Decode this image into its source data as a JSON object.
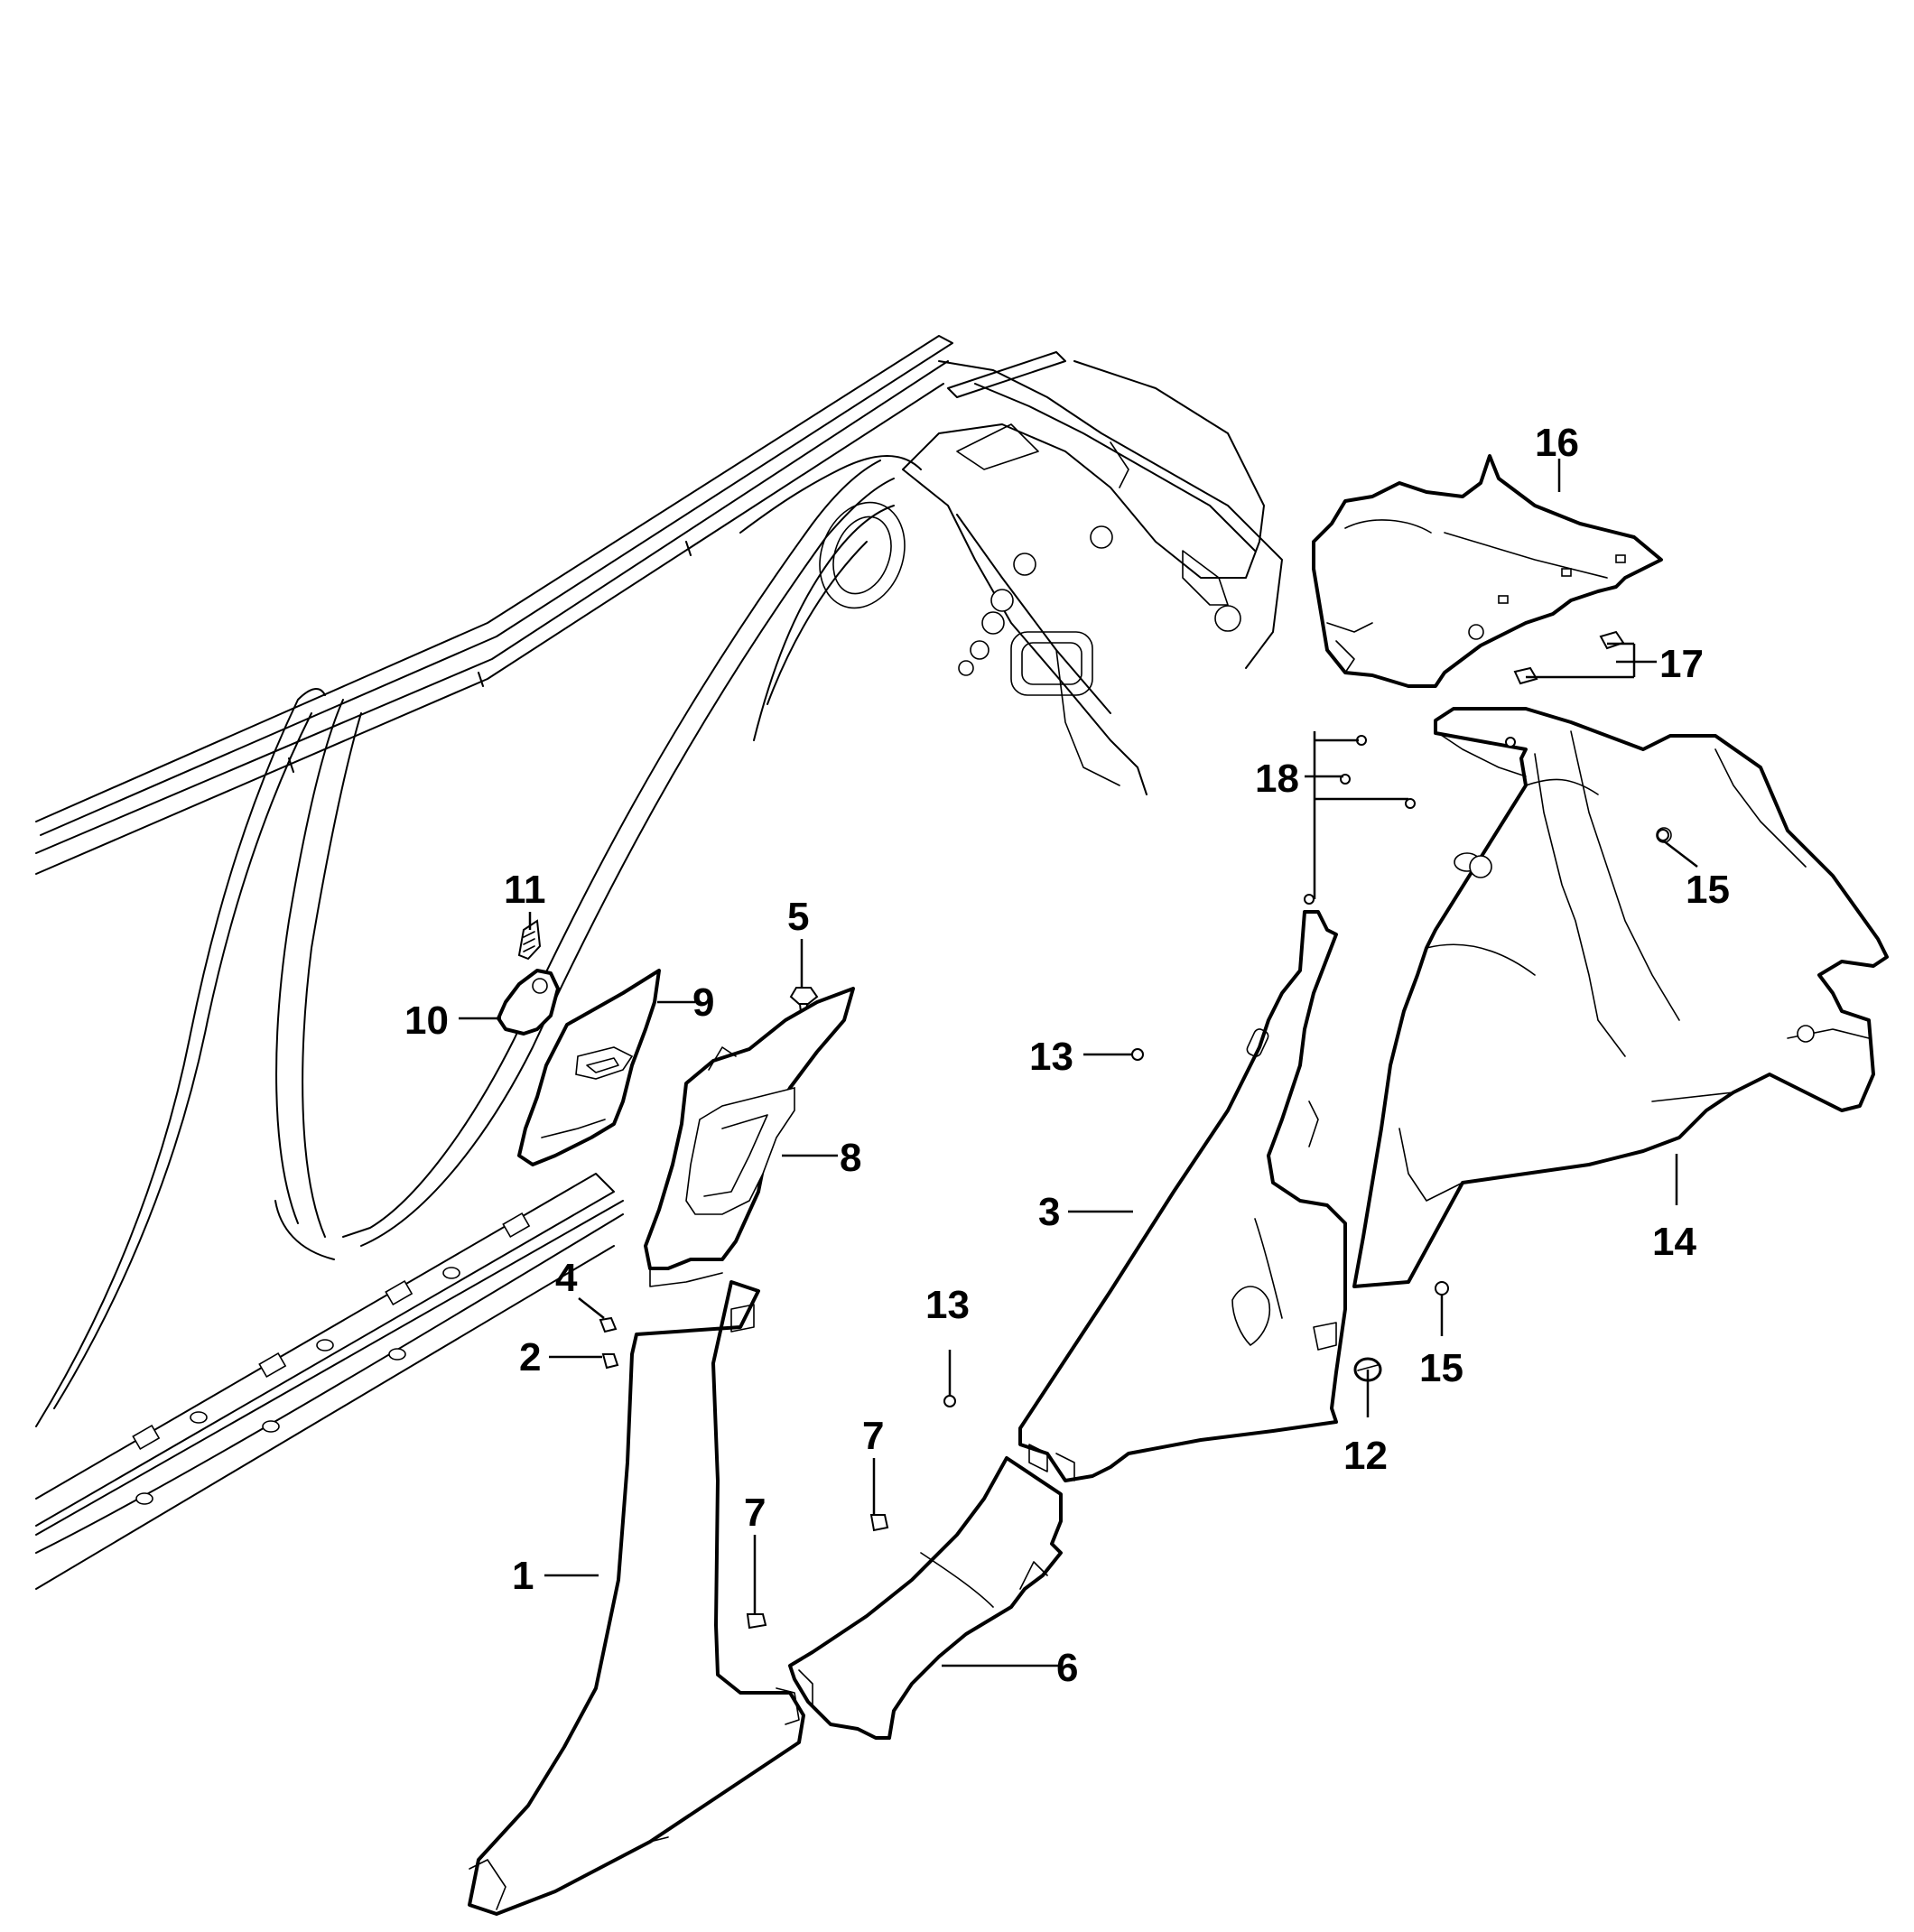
{
  "callouts": {
    "c1": "1",
    "c2": "2",
    "c3": "3",
    "c4": "4",
    "c5": "5",
    "c6": "6",
    "c7a": "7",
    "c7b": "7",
    "c8": "8",
    "c9": "9",
    "c10": "10",
    "c11": "11",
    "c12": "12",
    "c13a": "13",
    "c13b": "13",
    "c14": "14",
    "c15a": "15",
    "c15b": "15",
    "c16": "16",
    "c17": "17",
    "c18": "18"
  }
}
